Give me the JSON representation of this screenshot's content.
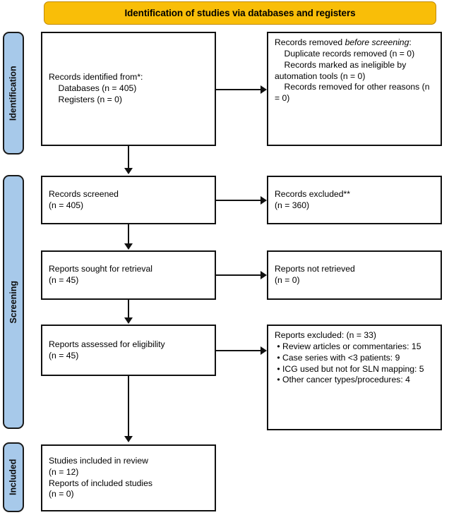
{
  "banner": {
    "title": "Identification of studies via databases and registers",
    "bg_color": "#F9BE08",
    "border_color": "#C08A07"
  },
  "stages": [
    {
      "id": "identification",
      "label": "Identification",
      "color": "#A7C9EA"
    },
    {
      "id": "screening",
      "label": "Screening",
      "color": "#A7C9EA"
    },
    {
      "id": "included",
      "label": "Included",
      "color": "#A7C9EA"
    }
  ],
  "nodes": {
    "identified": {
      "text": "Records identified from*:\n    Databases (n = 405)\n    Registers (n = 0)"
    },
    "removed": {
      "line1_plain": "Records removed ",
      "line1_italic": "before screening",
      "line1_tail": ":",
      "rest": "\n    Duplicate records removed (n = 0)\n    Records marked as ineligible by automation tools (n = 0)\n    Records removed for other reasons (n = 0)"
    },
    "screened": {
      "text": "Records screened\n(n = 405)"
    },
    "excluded": {
      "text": "Records excluded**\n(n = 360)"
    },
    "sought": {
      "text": "Reports sought for retrieval\n(n = 45)"
    },
    "not_retrieved": {
      "text": "Reports not retrieved\n(n = 0)"
    },
    "assessed": {
      "text": "Reports assessed for eligibility\n(n = 45)"
    },
    "reports_excluded": {
      "text": "Reports excluded: (n = 33)\n • Review articles or commentaries: 15\n • Case series with <3 patients: 9\n • ICG used but not for SLN mapping: 5\n • Other cancer types/procedures: 4"
    },
    "included": {
      "text": "Studies included in review\n(n = 12)\nReports of included studies\n(n = 0)"
    }
  },
  "colors": {
    "box_border": "#111111",
    "box_fill": "#FFFFFF",
    "connector": "#111111"
  }
}
